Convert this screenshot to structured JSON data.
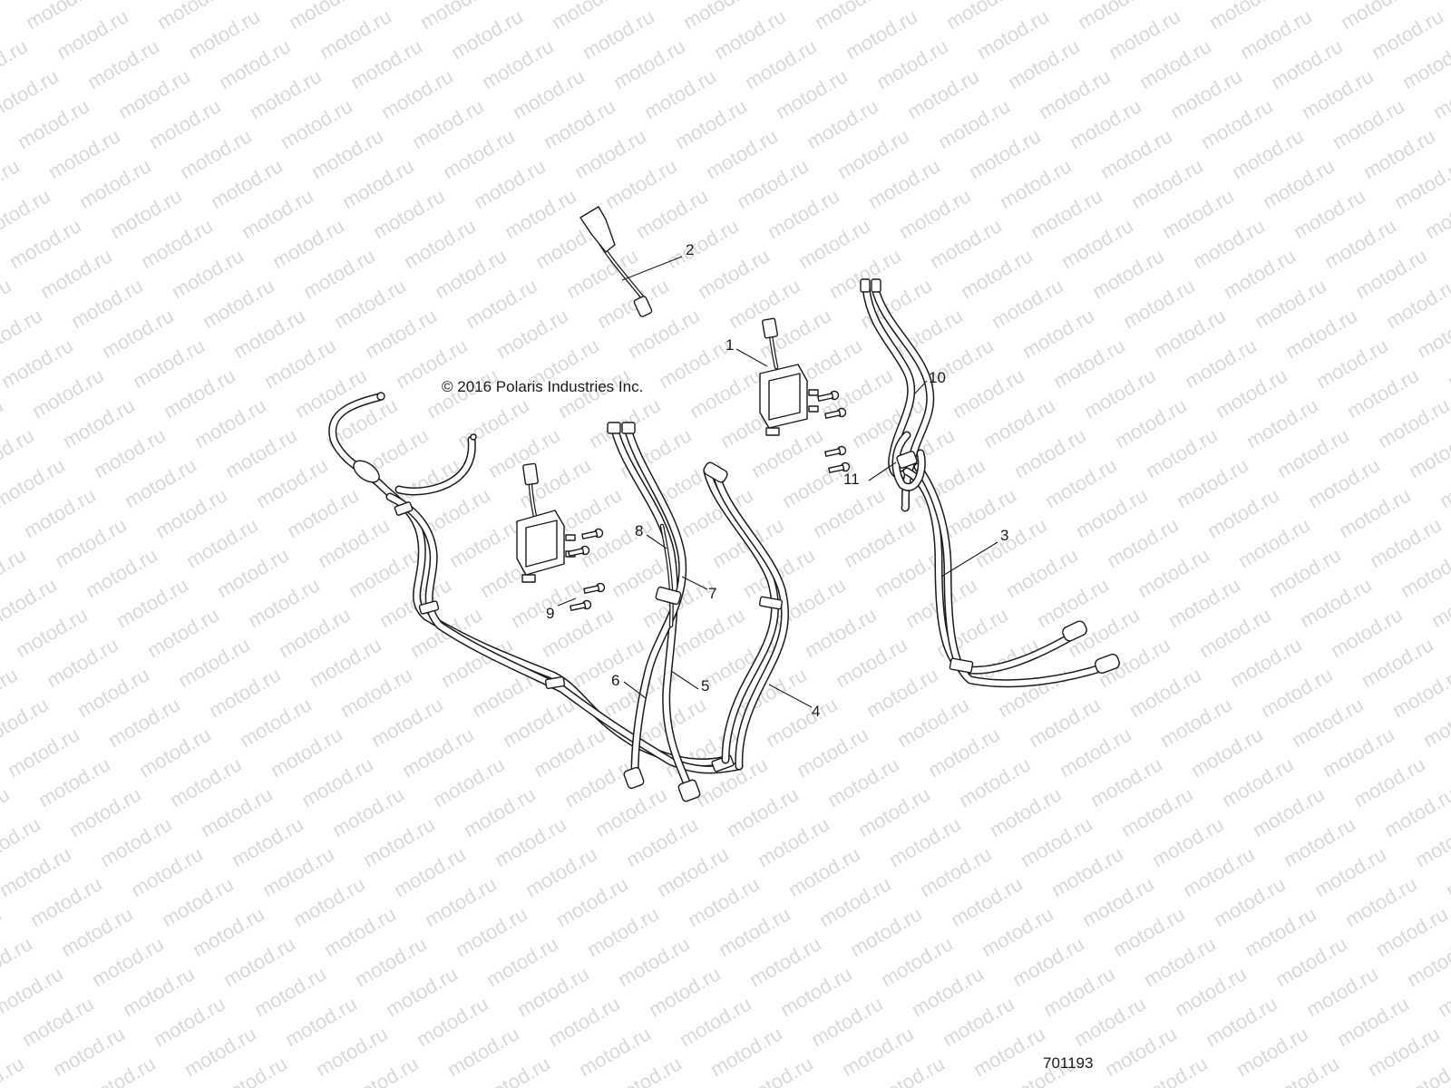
{
  "watermark": {
    "text": "motod.ru"
  },
  "copyright": "© 2016 Polaris Industries Inc.",
  "figure_number": "701193",
  "callouts": [
    {
      "number": "1",
      "part": "relay-with-pigtail"
    },
    {
      "number": "2",
      "part": "sensor-lead"
    },
    {
      "number": "3",
      "part": "cable-3"
    },
    {
      "number": "4",
      "part": "cable-4"
    },
    {
      "number": "5",
      "part": "cable-5"
    },
    {
      "number": "6",
      "part": "cable-6"
    },
    {
      "number": "7",
      "part": "cable-7"
    },
    {
      "number": "8",
      "part": "cable-8"
    },
    {
      "number": "9",
      "part": "screws"
    },
    {
      "number": "10",
      "part": "cable-10"
    },
    {
      "number": "11",
      "part": "clamp"
    }
  ],
  "colors": {
    "line": "#1a1a1a",
    "background": "#ffffff",
    "watermark": "#d9d9d9"
  }
}
